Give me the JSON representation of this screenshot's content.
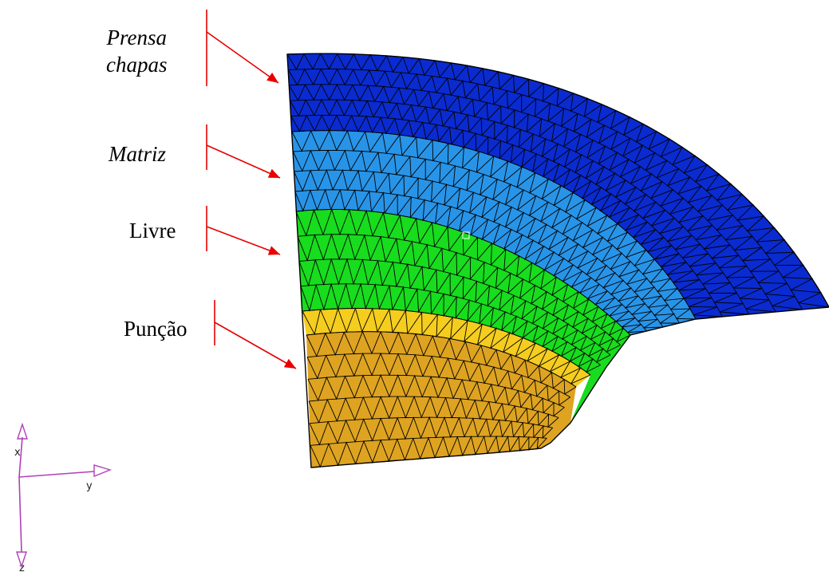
{
  "labels": {
    "prensa_line1": "Prensa",
    "prensa_line2": "chapas",
    "matriz": "Matriz",
    "livre": "Livre",
    "puncao": "Punção"
  },
  "axes": {
    "x": "x",
    "y": "y",
    "z": "z"
  },
  "colors": {
    "prensa_chapas": "#0a2bd0",
    "matriz": "#2894e8",
    "livre": "#18dc1e",
    "puncao": "#dea320",
    "puncao_rim": "#f5cd1e",
    "mesh_line": "#000000",
    "arrow": "#e80000",
    "axis": "#b040b8"
  }
}
